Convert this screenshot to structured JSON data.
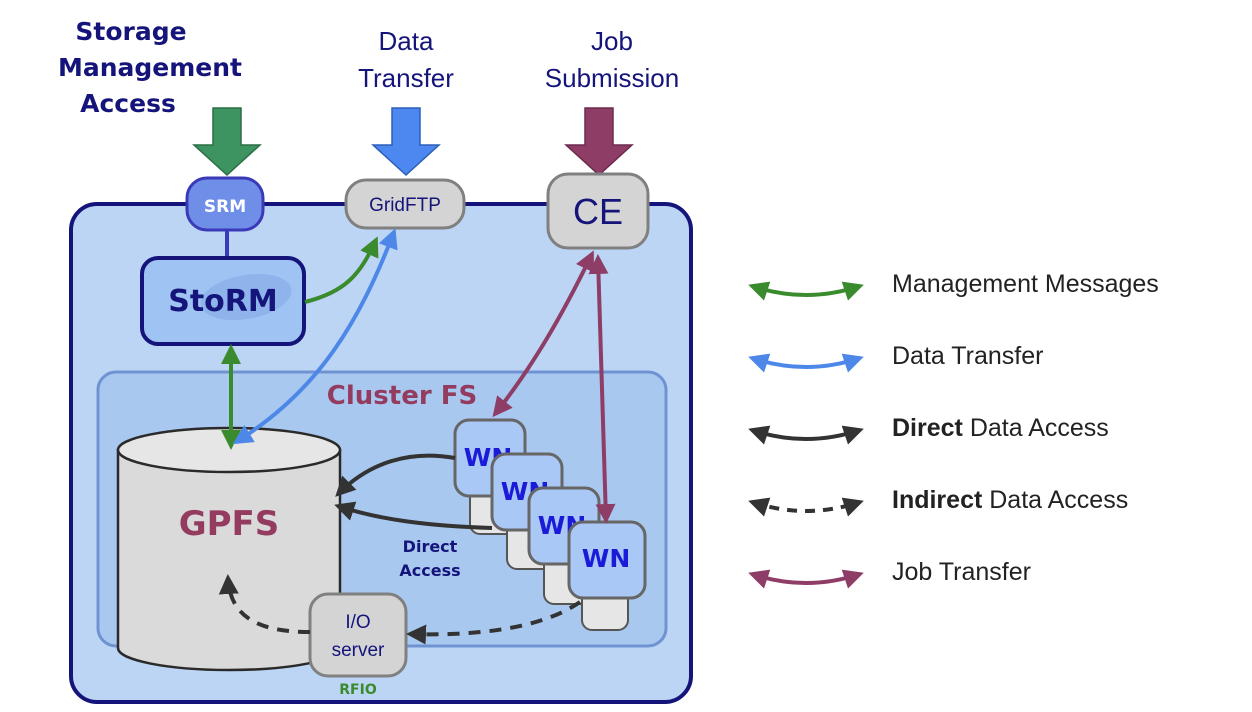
{
  "inputs": {
    "srm_access": [
      "Storage",
      "Management",
      "Access"
    ],
    "data_transfer": [
      "Data",
      "Transfer"
    ],
    "job_submission": [
      "Job",
      "Submission"
    ]
  },
  "nodes": {
    "srm": "SRM",
    "gridftp": "GridFTP",
    "ce": "CE",
    "storm": "StoRM",
    "cluster_fs": "Cluster FS",
    "gpfs": "GPFS",
    "wn": [
      "WN",
      "WN",
      "WN",
      "WN"
    ],
    "io_server": [
      "I/O",
      "server"
    ],
    "rfio": "RFIO",
    "direct_access": [
      "Direct",
      "Access"
    ]
  },
  "legend": [
    {
      "prefix": "",
      "label": "Management Messages",
      "color": "#3a8a2e",
      "style": "solid"
    },
    {
      "prefix": "",
      "label": "Data Transfer",
      "color": "#4d88e8",
      "style": "solid"
    },
    {
      "prefix": "Direct",
      "label": " Data Access",
      "color": "#333333",
      "style": "solid"
    },
    {
      "prefix": "Indirect",
      "label": " Data Access",
      "color": "#333333",
      "style": "dashed"
    },
    {
      "prefix": "",
      "label": "Job Transfer",
      "color": "#8e3d66",
      "style": "solid"
    }
  ],
  "colors": {
    "management": "#3a8a2e",
    "data": "#4d88e8",
    "direct": "#333333",
    "job": "#8e3d66",
    "navy": "#14147a",
    "outer_fill": "#bcd5f5",
    "cluster_fill": "#a9c8ef",
    "gpfs_label": "#943b60",
    "wn_label": "#1a1ad8",
    "rfio_label": "#3a8a2e"
  }
}
